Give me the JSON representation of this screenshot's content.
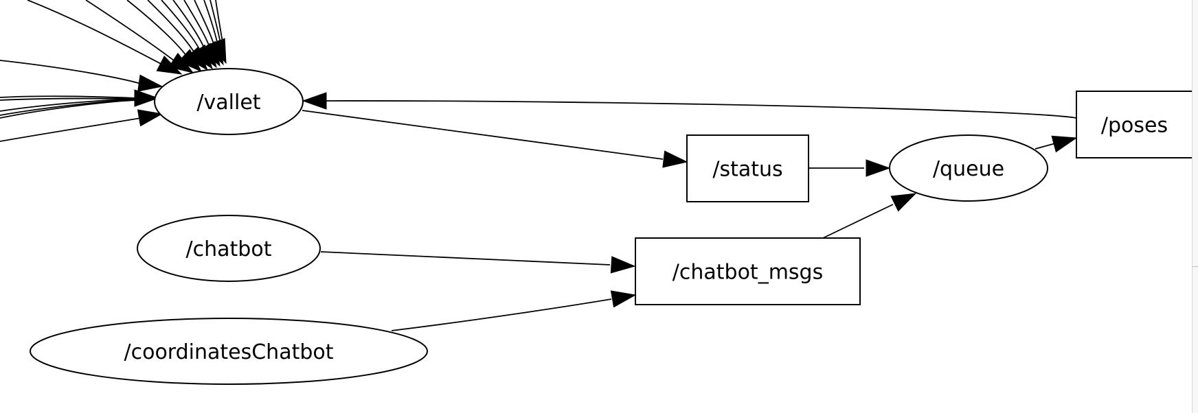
{
  "graph": {
    "nodes": [
      {
        "id": "vallet",
        "label": "/vallet",
        "shape": "ellipse"
      },
      {
        "id": "chatbot",
        "label": "/chatbot",
        "shape": "ellipse"
      },
      {
        "id": "coordinatesChatbot",
        "label": "/coordinatesChatbot",
        "shape": "ellipse"
      },
      {
        "id": "status",
        "label": "/status",
        "shape": "box"
      },
      {
        "id": "chatbot_msgs",
        "label": "/chatbot_msgs",
        "shape": "box"
      },
      {
        "id": "queue",
        "label": "/queue",
        "shape": "ellipse"
      },
      {
        "id": "poses",
        "label": "/poses",
        "shape": "box"
      }
    ],
    "edges": [
      {
        "from": "poses",
        "to": "vallet"
      },
      {
        "from": "vallet",
        "to": "status"
      },
      {
        "from": "status",
        "to": "queue"
      },
      {
        "from": "queue",
        "to": "poses"
      },
      {
        "from": "chatbot",
        "to": "chatbot_msgs"
      },
      {
        "from": "coordinatesChatbot",
        "to": "chatbot_msgs"
      },
      {
        "from": "chatbot_msgs",
        "to": "queue"
      }
    ]
  }
}
